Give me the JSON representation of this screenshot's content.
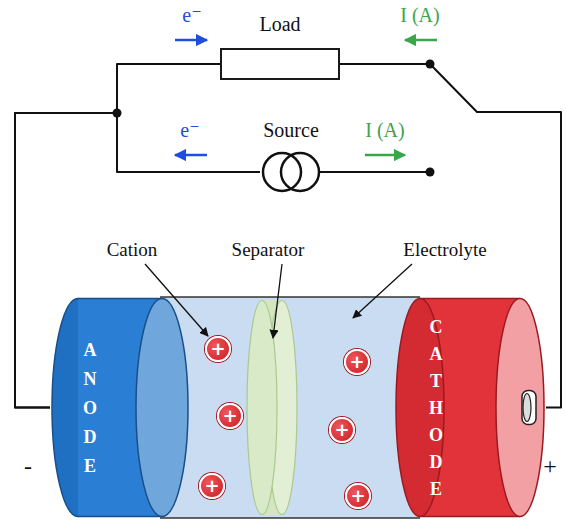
{
  "diagram": {
    "nodes": [
      {
        "text": [
          "Load"
        ]
      },
      {
        "text": [
          "Source"
        ]
      },
      {
        "text": [
          "A N O D E"
        ]
      },
      {
        "text": [
          "+"
        ]
      },
      {
        "text": [
          "+"
        ]
      },
      {
        "text": [
          "+"
        ]
      },
      {
        "text": [
          "+"
        ]
      },
      {
        "text": [
          "+"
        ]
      },
      {
        "text": [
          "+"
        ]
      },
      {
        "text": [
          "C A T H O D E"
        ]
      }
    ],
    "edges": [
      {
        "from": 2,
        "to": 0,
        "arrow": "none"
      },
      {
        "from": 2,
        "to": 1,
        "arrow": "none"
      },
      {
        "from": 0,
        "to": 9,
        "arrow": "none"
      }
    ],
    "labels": [
      "e⁻",
      "I (A)",
      "e⁻",
      "I (A)",
      "Cation",
      "Separator",
      "Electrolyte",
      "-",
      "+"
    ]
  }
}
